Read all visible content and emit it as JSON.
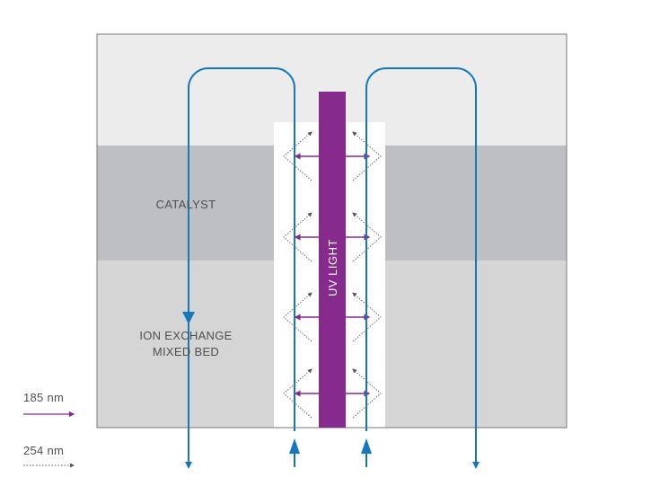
{
  "zones": {
    "catalyst": "CATALYST",
    "ion_exchange_line1": "ION EXCHANGE",
    "ion_exchange_line2": "MIXED BED"
  },
  "lamp": {
    "label": "UV LIGHT"
  },
  "legend": {
    "nm185": "185 nm",
    "nm254": "254 nm"
  },
  "colors": {
    "flow": "#1478be",
    "uv": "#862a8e",
    "catalyst_zone": "#bebfc3",
    "ion_zone": "#d5d5d5",
    "upper_zone": "#ececec",
    "outline": "#7a7a7a",
    "dotted": "#555555"
  }
}
